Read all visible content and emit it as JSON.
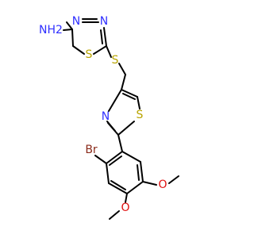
{
  "colors": {
    "bond": "#000000",
    "nitrogen": "#3030ff",
    "sulfur": "#b8a400",
    "oxygen": "#e01010",
    "bromine": "#8a2a1a",
    "background": "#ffffff"
  },
  "atoms": {
    "nh2": "NH2",
    "n_thiadiazole_a": "N",
    "n_thiadiazole_b": "N",
    "s_thiadiazole": "S",
    "s_thioether": "S",
    "n_thiazole": "N",
    "s_thiazole": "S",
    "br": "Br",
    "o_methoxy_top": "O",
    "o_methoxy_bottom": "O"
  }
}
